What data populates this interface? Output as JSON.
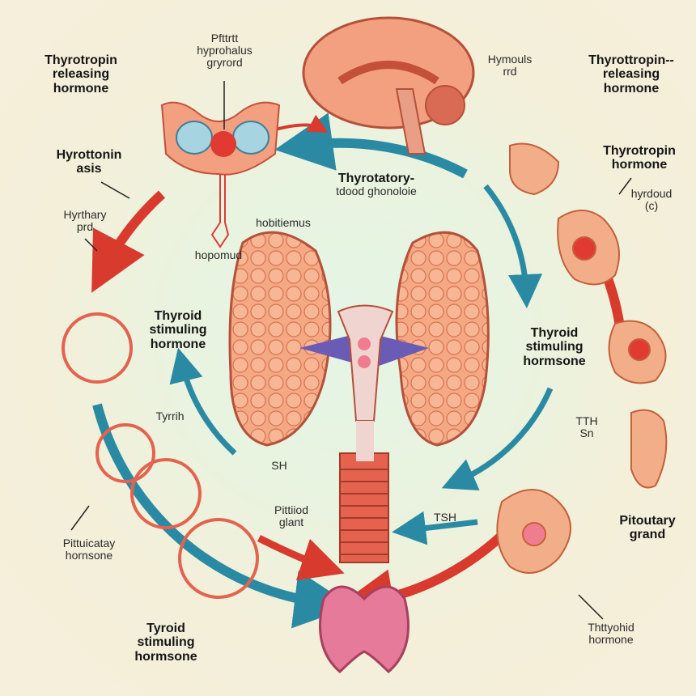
{
  "labels": {
    "trh_left": [
      "Thyrotropin",
      "releasing",
      "hormone"
    ],
    "hypothalamus_top": [
      "Pfttrtt",
      "hyprohalus",
      "gryrord"
    ],
    "hyrottonin": [
      "Hyrottonin",
      "asis"
    ],
    "hyrthary": [
      "Hyrthary",
      "prd"
    ],
    "hopomud": "hopomud",
    "hobitiemus": "hobitiemus",
    "thyrotatory": [
      "Thyrotatory-",
      "tdood ghonoloie"
    ],
    "hymouls": [
      "Hymouls",
      "rrd"
    ],
    "trh_right": [
      "Thyrottropin--",
      "releasing",
      "hormone"
    ],
    "thyrotropin_hormone": [
      "Thyrotropin",
      "hormone"
    ],
    "hyrdoud": [
      "hyrdoud",
      "(c)"
    ],
    "tsh_left": [
      "Thyroid",
      "stimuling",
      "hormone"
    ],
    "tsh_right": [
      "Thyroid",
      "stimuling",
      "hormsone"
    ],
    "tyrrih": "Tyrrih",
    "tth": [
      "TTH",
      "Sn"
    ],
    "sh": "SH",
    "pittiiod": [
      "Pittiiod",
      "glant"
    ],
    "tsh": "TSH",
    "pittuicatay": [
      "Pittuicatay",
      "hornsone"
    ],
    "pitoutary": [
      "Pitoutary",
      "grand"
    ],
    "tyroid_bottom": [
      "Tyroid",
      "stimuling",
      "hormsone"
    ],
    "thttyohid": [
      "Thttyohid",
      "hormone"
    ]
  },
  "colors": {
    "background": "#f6efdc",
    "tissue": "#f2a07f",
    "arrow_teal": "#2b8aa3",
    "arrow_red": "#d93a2e",
    "heart_pink": "#e67a9a"
  }
}
